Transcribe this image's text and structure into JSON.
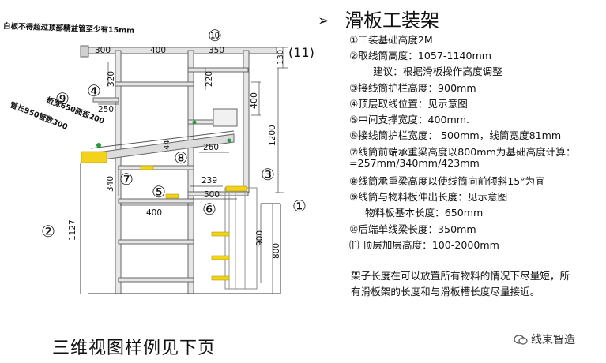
{
  "drawing": {
    "callouts": [
      "①",
      "②",
      "③",
      "④",
      "⑤",
      "⑥",
      "⑦",
      "⑧",
      "⑨",
      "⑩",
      "(11)"
    ],
    "dims": {
      "d300": "300",
      "d400top": "400",
      "d350": "350",
      "d130": "130",
      "d320": "320",
      "d250": "250",
      "d220": "220",
      "d400v": "400",
      "d1200": "1200",
      "d44": "44",
      "d260": "260",
      "d340": "340",
      "d239": "239",
      "d500": "500",
      "d400bot": "400",
      "d1127": "1127",
      "d900": "900",
      "d800": "800"
    },
    "notes": {
      "top_note": "白板不得超过顶部精益管至少有15mm",
      "side_note_1": "板宽650面板200",
      "side_note_2": "管长950管数300"
    }
  },
  "specs": {
    "title": "滑板工装架",
    "lines": [
      "①工装基础高度2M",
      "②取线筒高度：1057-1140mm",
      "建议：根据滑板操作高度调整",
      "③接线筒护栏高度：900mm",
      "④顶层取线位置：见示意图",
      "⑤中间支撑宽度：400mm.",
      "⑥接线筒护栏宽度： 500mm，线筒宽度81mm",
      "⑦线筒前端承重梁高度以800mm为基础高度计算：",
      "=257mm/340mm/423mm",
      "⑧线筒承重梁高度以使线筒向前倾斜15°为宜",
      "⑨线筒与物料板伸出长度：见示意图",
      "物料板基本长度：650mm",
      "⑩后端单线梁长度：350mm",
      "⑾ 顶层加层高度：100-2000mm"
    ],
    "paragraph": [
      "架子长度在可以放置所有物料的情况下尽量短，所",
      "有滑板架的长度和与滑板槽长度尽量接近。"
    ]
  },
  "caption": "三维视图样例见下页",
  "watermark": "线束智造"
}
